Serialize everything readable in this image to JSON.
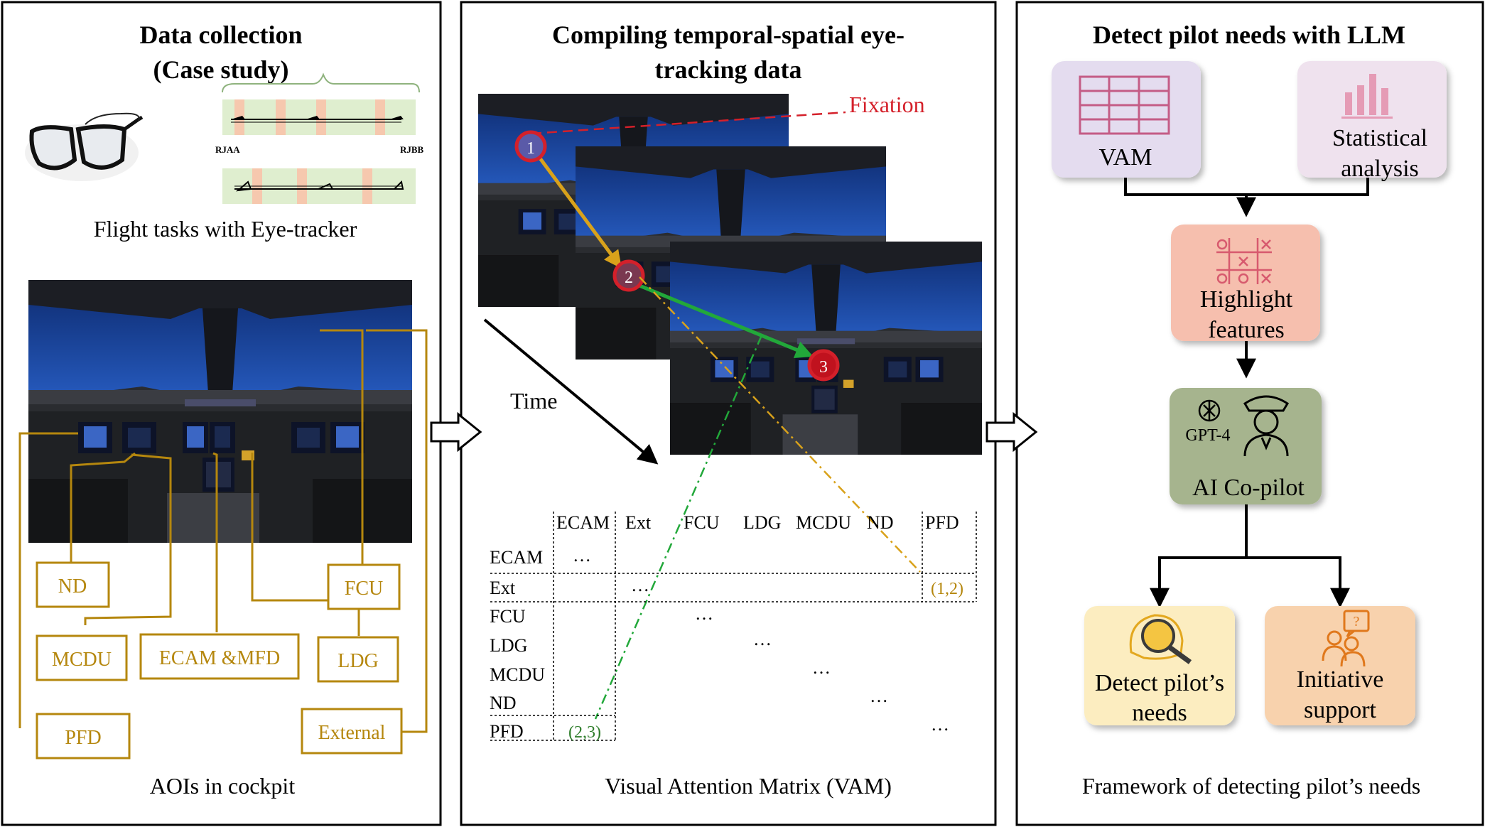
{
  "panel1": {
    "title_line1": "Data collection",
    "title_line2": "(Case study)",
    "airport_left": "RJAA",
    "airport_right": "RJBB",
    "caption_tasks": "Flight tasks with Eye-tracker",
    "caption_aoi": "AOIs in cockpit",
    "aoi_labels": {
      "nd": "ND",
      "fcu": "FCU",
      "mcdu": "MCDU",
      "ecam_mfd": "ECAM &MFD",
      "ldg": "LDG",
      "pfd": "PFD",
      "external": "External"
    }
  },
  "panel2": {
    "title_line1": "Compiling temporal-spatial eye-",
    "title_line2": "tracking data",
    "fixation_label": "Fixation",
    "time_label": "Time",
    "fixation_numbers": [
      "1",
      "2",
      "3"
    ],
    "matrix": {
      "col_headers": [
        "ECAM",
        "Ext",
        "FCU",
        "LDG",
        "MCDU",
        "ND",
        "PFD"
      ],
      "row_headers": [
        "ECAM",
        "Ext",
        "FCU",
        "LDG",
        "MCDU",
        "ND",
        "PFD"
      ],
      "diagonal": "…",
      "cell_ext_pfd": "(1,2)",
      "cell_pfd_ecam": "(2,3)"
    },
    "caption": "Visual Attention Matrix (VAM)"
  },
  "panel3": {
    "title": "Detect pilot needs with LLM",
    "box_vam": "VAM",
    "box_stats_line1": "Statistical",
    "box_stats_line2": "analysis",
    "box_highlight_line1": "Highlight",
    "box_highlight_line2": "features",
    "gpt_label": "GPT-4",
    "box_copilot": "AI Co-pilot",
    "box_detect_line1": "Detect pilot’s",
    "box_detect_line2": "needs",
    "box_initiative_line1": "Initiative",
    "box_initiative_line2": "support",
    "caption": "Framework of detecting pilot’s needs"
  },
  "colors": {
    "aoi_gold": "#b5870e",
    "fixation_red": "#d4202a",
    "arrow_green": "#22a83a",
    "arrow_orange": "#d9a21b",
    "vam_box": "#e4dcef",
    "stats_box": "#efe2ee",
    "highlight_box": "#f6bfae",
    "copilot_box": "#a6b48e",
    "detect_box": "#fcedc0",
    "initiative_box": "#f8d2ad"
  }
}
